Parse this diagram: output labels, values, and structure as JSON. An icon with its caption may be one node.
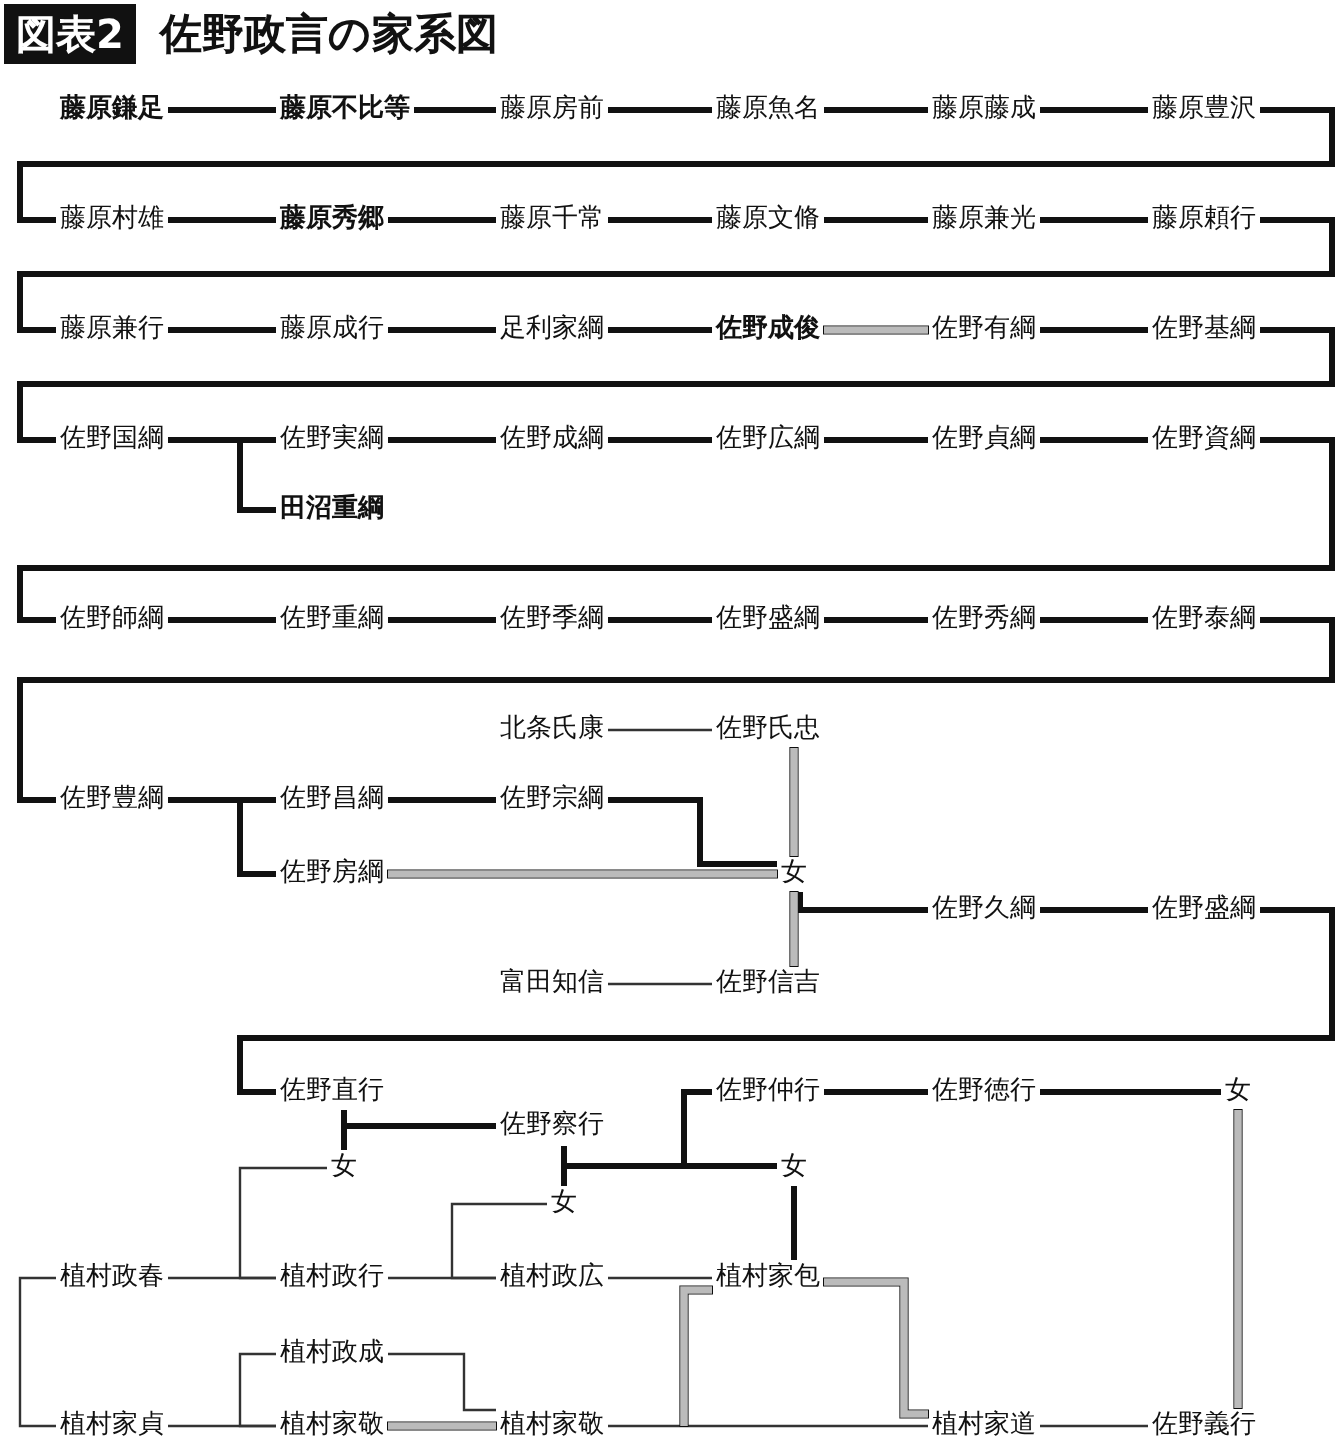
{
  "diagram": {
    "title": "佐野政言の家系図",
    "nodes": [
      {
        "text": [
          "藤原鎌足"
        ]
      },
      {
        "text": [
          "藤原不比等"
        ]
      },
      {
        "text": [
          "藤原房前"
        ]
      },
      {
        "text": [
          "藤原魚名"
        ]
      },
      {
        "text": [
          "藤原藤成"
        ]
      },
      {
        "text": [
          "藤原豊沢"
        ]
      },
      {
        "text": [
          "藤原村雄"
        ]
      },
      {
        "text": [
          "藤原秀郷"
        ]
      },
      {
        "text": [
          "藤原千常"
        ]
      },
      {
        "text": [
          "藤原文脩"
        ]
      },
      {
        "text": [
          "藤原兼光"
        ]
      },
      {
        "text": [
          "藤原頼行"
        ]
      },
      {
        "text": [
          "藤原兼行"
        ]
      },
      {
        "text": [
          "藤原成行"
        ]
      },
      {
        "text": [
          "足利家綱"
        ]
      },
      {
        "text": [
          "佐野成俊"
        ]
      },
      {
        "text": [
          "佐野有綱"
        ]
      },
      {
        "text": [
          "佐野基綱"
        ]
      },
      {
        "text": [
          "佐野国綱"
        ]
      },
      {
        "text": [
          "佐野実綱"
        ]
      },
      {
        "text": [
          "佐野成綱"
        ]
      },
      {
        "text": [
          "佐野広綱"
        ]
      },
      {
        "text": [
          "佐野貞綱"
        ]
      },
      {
        "text": [
          "佐野資綱"
        ]
      },
      {
        "text": [
          "田沼重綱"
        ]
      },
      {
        "text": [
          "佐野師綱"
        ]
      },
      {
        "text": [
          "佐野重綱"
        ]
      },
      {
        "text": [
          "佐野季綱"
        ]
      },
      {
        "text": [
          "佐野盛綱"
        ]
      },
      {
        "text": [
          "佐野秀綱"
        ]
      },
      {
        "text": [
          "佐野泰綱"
        ]
      },
      {
        "text": [
          "北条氏康"
        ]
      },
      {
        "text": [
          "佐野氏忠"
        ]
      },
      {
        "text": [
          "佐野豊綱"
        ]
      },
      {
        "text": [
          "佐野昌綱"
        ]
      },
      {
        "text": [
          "佐野宗綱"
        ]
      },
      {
        "text": [
          "佐野房綱"
        ]
      },
      {
        "text": [
          "女"
        ]
      },
      {
        "text": [
          "佐野久綱"
        ]
      },
      {
        "text": [
          "佐野盛綱"
        ]
      },
      {
        "text": [
          "富田知信"
        ]
      },
      {
        "text": [
          "佐野信吉"
        ]
      },
      {
        "text": [
          "佐野直行"
        ]
      },
      {
        "text": [
          "佐野仲行"
        ]
      },
      {
        "text": [
          "佐野徳行"
        ]
      },
      {
        "text": [
          "女"
        ]
      },
      {
        "text": [
          "佐野察行"
        ]
      },
      {
        "text": [
          "女"
        ]
      },
      {
        "text": [
          "女"
        ]
      },
      {
        "text": [
          "女"
        ]
      },
      {
        "text": [
          "植村政春"
        ]
      },
      {
        "text": [
          "植村政行"
        ]
      },
      {
        "text": [
          "植村政広"
        ]
      },
      {
        "text": [
          "植村家包"
        ]
      },
      {
        "text": [
          "植村政成"
        ]
      },
      {
        "text": [
          "植村家貞"
        ]
      },
      {
        "text": [
          "植村家敬"
        ]
      },
      {
        "text": [
          "植村家敬"
        ]
      },
      {
        "text": [
          "植村家道"
        ]
      },
      {
        "text": [
          "佐野義行"
        ]
      }
    ],
    "edges": [
      {
        "from": 0,
        "to": 1,
        "arrow": "none"
      },
      {
        "from": 1,
        "to": 2,
        "arrow": "none"
      },
      {
        "from": 2,
        "to": 3,
        "arrow": "none"
      },
      {
        "from": 3,
        "to": 4,
        "arrow": "none"
      },
      {
        "from": 4,
        "to": 5,
        "arrow": "none"
      },
      {
        "from": 5,
        "to": 6,
        "arrow": "none"
      },
      {
        "from": 6,
        "to": 7,
        "arrow": "none"
      },
      {
        "from": 7,
        "to": 8,
        "arrow": "none"
      },
      {
        "from": 8,
        "to": 9,
        "arrow": "none"
      },
      {
        "from": 9,
        "to": 10,
        "arrow": "none"
      },
      {
        "from": 10,
        "to": 11,
        "arrow": "none"
      },
      {
        "from": 11,
        "to": 12,
        "arrow": "none"
      },
      {
        "from": 12,
        "to": 13,
        "arrow": "none"
      },
      {
        "from": 13,
        "to": 14,
        "arrow": "none"
      },
      {
        "from": 14,
        "to": 15,
        "arrow": "none"
      },
      {
        "from": 15,
        "to": 16,
        "arrow": "none",
        "color": "#bbbbbb"
      },
      {
        "from": 16,
        "to": 17,
        "arrow": "none"
      },
      {
        "from": 17,
        "to": 18,
        "arrow": "none"
      },
      {
        "from": 18,
        "to": 19,
        "arrow": "none"
      },
      {
        "from": 18,
        "to": 24,
        "arrow": "none"
      },
      {
        "from": 19,
        "to": 20,
        "arrow": "none"
      },
      {
        "from": 20,
        "to": 21,
        "arrow": "none"
      },
      {
        "from": 21,
        "to": 22,
        "arrow": "none"
      },
      {
        "from": 22,
        "to": 23,
        "arrow": "none"
      },
      {
        "from": 23,
        "to": 25,
        "arrow": "none"
      },
      {
        "from": 25,
        "to": 26,
        "arrow": "none"
      },
      {
        "from": 26,
        "to": 27,
        "arrow": "none"
      },
      {
        "from": 27,
        "to": 28,
        "arrow": "none"
      },
      {
        "from": 28,
        "to": 29,
        "arrow": "none"
      },
      {
        "from": 29,
        "to": 30,
        "arrow": "none"
      },
      {
        "from": 30,
        "to": 33,
        "arrow": "none"
      },
      {
        "from": 33,
        "to": 34,
        "arrow": "none"
      },
      {
        "from": 33,
        "to": 36,
        "arrow": "none"
      },
      {
        "from": 34,
        "to": 35,
        "arrow": "none"
      },
      {
        "from": 35,
        "to": 37,
        "arrow": "none"
      },
      {
        "from": 36,
        "to": 37,
        "arrow": "none",
        "color": "#bbbbbb"
      },
      {
        "from": 31,
        "to": 32,
        "arrow": "none",
        "color": "#333333"
      },
      {
        "from": 32,
        "to": 37,
        "arrow": "none",
        "color": "#bbbbbb"
      },
      {
        "from": 37,
        "to": 38,
        "arrow": "none"
      },
      {
        "from": 37,
        "to": 41,
        "arrow": "none",
        "color": "#bbbbbb"
      },
      {
        "from": 40,
        "to": 41,
        "arrow": "none",
        "color": "#333333"
      },
      {
        "from": 38,
        "to": 39,
        "arrow": "none"
      },
      {
        "from": 39,
        "to": 42,
        "arrow": "none"
      },
      {
        "from": 42,
        "to": 47,
        "arrow": "none"
      },
      {
        "from": 46,
        "to": 47,
        "arrow": "none"
      },
      {
        "from": 43,
        "to": 48,
        "arrow": "none"
      },
      {
        "from": 48,
        "to": 49,
        "arrow": "none"
      },
      {
        "from": 46,
        "to": 49,
        "arrow": "none"
      },
      {
        "from": 43,
        "to": 44,
        "arrow": "none"
      },
      {
        "from": 44,
        "to": 45,
        "arrow": "none"
      },
      {
        "from": 45,
        "to": 59,
        "arrow": "none",
        "color": "#bbbbbb"
      },
      {
        "from": 48,
        "to": 53,
        "arrow": "none"
      },
      {
        "from": 50,
        "to": 51,
        "arrow": "none",
        "color": "#333333"
      },
      {
        "from": 47,
        "to": 51,
        "arrow": "none",
        "color": "#333333"
      },
      {
        "from": 49,
        "to": 52,
        "arrow": "none",
        "color": "#333333"
      },
      {
        "from": 51,
        "to": 52,
        "arrow": "none",
        "color": "#333333"
      },
      {
        "from": 52,
        "to": 53,
        "arrow": "none",
        "color": "#333333"
      },
      {
        "from": 50,
        "to": 55,
        "arrow": "none",
        "color": "#333333"
      },
      {
        "from": 54,
        "to": 56,
        "arrow": "none",
        "color": "#333333"
      },
      {
        "from": 55,
        "to": 56,
        "arrow": "none",
        "color": "#333333"
      },
      {
        "from": 54,
        "to": 57,
        "arrow": "none",
        "color": "#333333"
      },
      {
        "from": 56,
        "to": 57,
        "arrow": "none",
        "color": "#bbbbbb"
      },
      {
        "from": 57,
        "to": 58,
        "arrow": "none",
        "color": "#333333"
      },
      {
        "from": 53,
        "to": 57,
        "arrow": "none",
        "color": "#bbbbbb"
      },
      {
        "from": 53,
        "to": 58,
        "arrow": "none",
        "color": "#bbbbbb"
      },
      {
        "from": 58,
        "to": 59,
        "arrow": "none",
        "color": "#333333"
      }
    ],
    "labels": [
      "図表2"
    ]
  }
}
